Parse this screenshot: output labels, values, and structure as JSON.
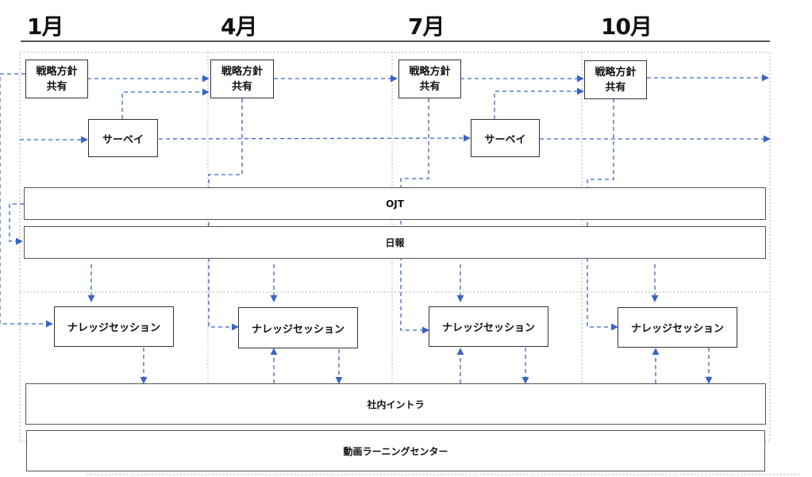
{
  "months": [
    "1月",
    "4月",
    "7月",
    "10月"
  ],
  "strategy_boxes": [
    {
      "line1": "戦略方針",
      "line2": "共有"
    },
    {
      "line1": "戦略方針",
      "line2": "共有"
    },
    {
      "line1": "戦略方針",
      "line2": "共有"
    },
    {
      "line1": "戦略方針",
      "line2": "共有"
    }
  ],
  "survey_boxes": [
    "サーベイ",
    "サーベイ"
  ],
  "bands": {
    "ojt": "OJT",
    "daily_report": "日報",
    "intranet": "社内イントラ",
    "video_learning": "動画ラーニングセンター"
  },
  "knowledge_sessions": [
    "ナレッジセッション",
    "ナレッジセッション",
    "ナレッジセッション",
    "ナレッジセッション"
  ],
  "colors": {
    "arrow": "#3a64c8",
    "grid": "#9a9a9a",
    "border": "#333333"
  }
}
